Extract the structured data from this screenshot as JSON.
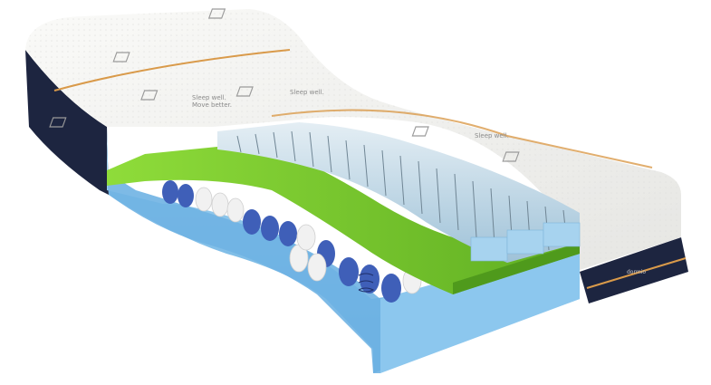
{
  "product": {
    "top_label_1": "Sleep well.",
    "top_label_2": "Move better.",
    "side_label": "dormio"
  },
  "colors": {
    "cover": "#f3f3f1",
    "cover_shadow": "#d9d9d6",
    "border": "#1d2540",
    "accent_stripe": "#d99a4a",
    "gel_foam": "#8ec6ea",
    "green_layer": "#7ccc2e",
    "pocket_spring_blue": "#3f5fb8",
    "pocket_spring_white": "#f1f1f1",
    "comfort_foam": "#c9dde8"
  }
}
